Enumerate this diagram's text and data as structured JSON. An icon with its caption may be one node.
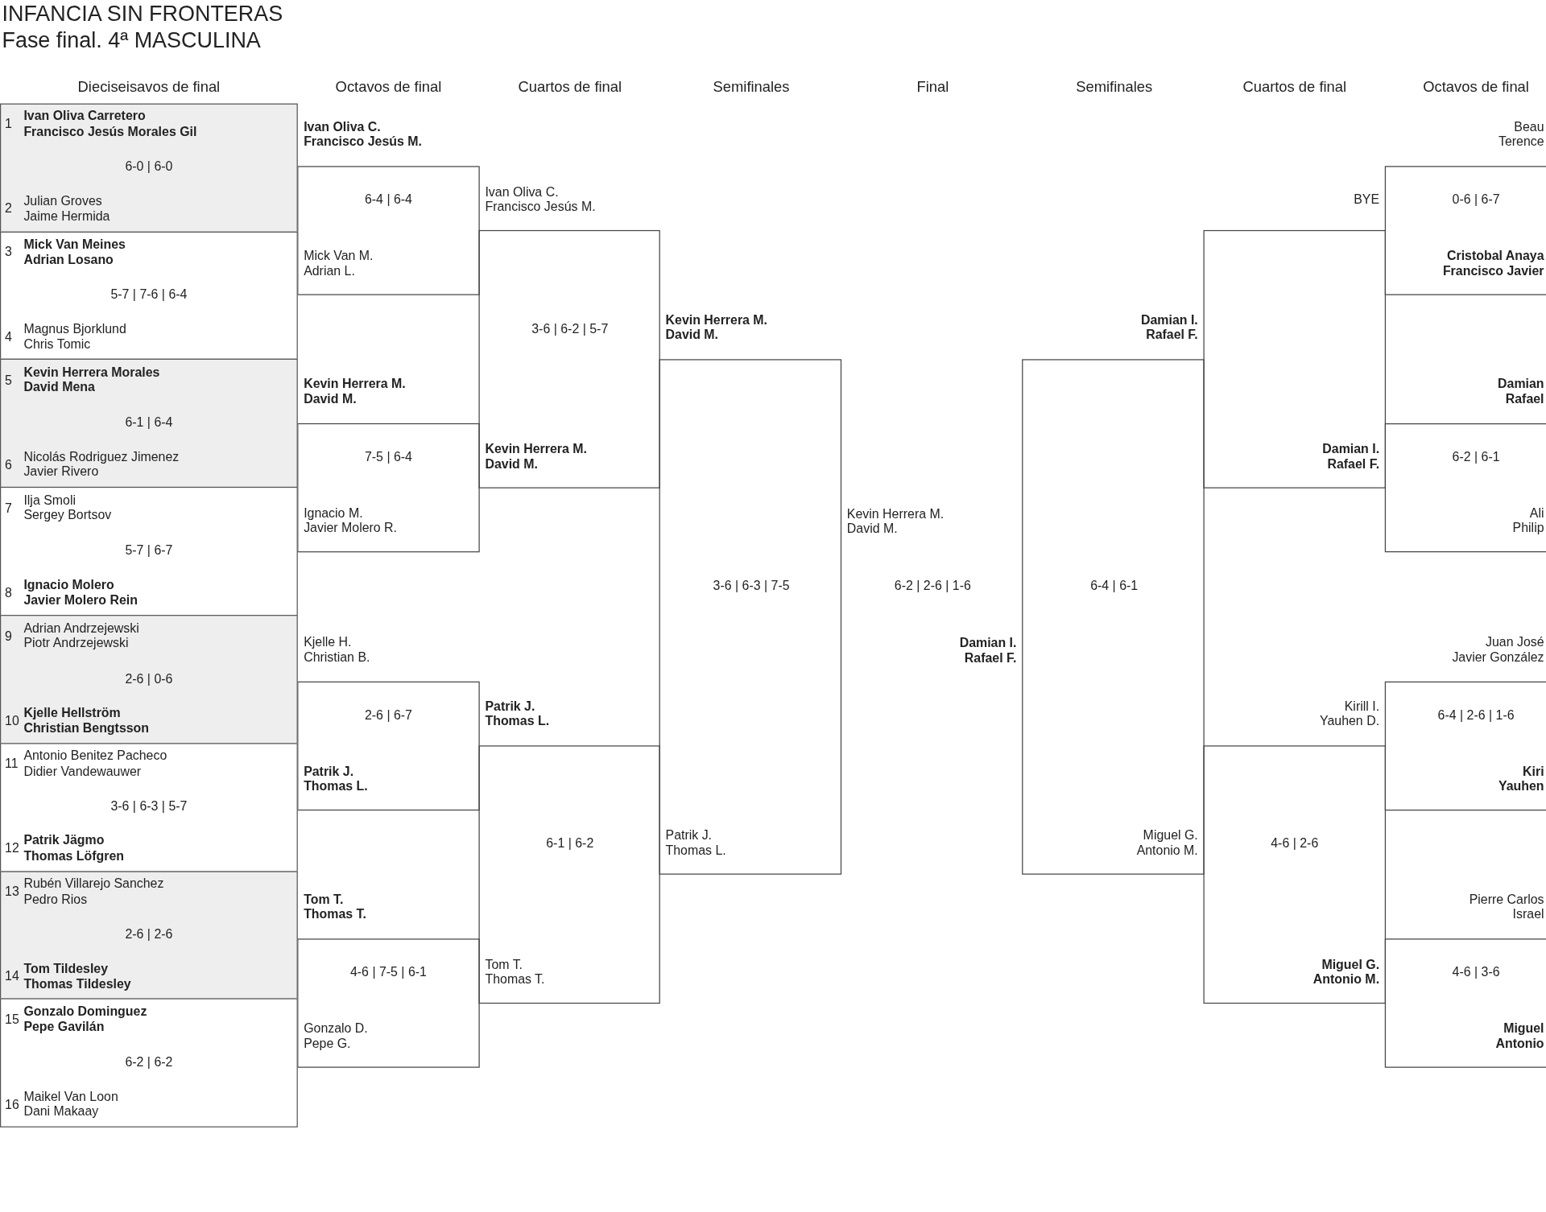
{
  "diagram": {
    "title": "INFANCIA SIN FRONTERAS",
    "labels": [
      "Fase final. 4ª MASCULINA",
      "Dieciseisavos de final",
      "Octavos de final",
      "Cuartos de final",
      "Semifinales",
      "Final",
      "Semifinales",
      "Cuartos de final",
      "Octavos de final",
      "1",
      "Ivan Oliva Carretero",
      "Francisco Jesús Morales Gil",
      "6-0 | 6-0",
      "2",
      "Julian Groves",
      "Jaime Hermida",
      "3",
      "Mick Van Meines",
      "Adrian Losano",
      "5-7 | 7-6 | 6-4",
      "4",
      "Magnus Bjorklund",
      "Chris Tomic",
      "5",
      "Kevin Herrera Morales",
      "David Mena",
      "6-1 | 6-4",
      "6",
      "Nicolás Rodriguez Jimenez",
      "Javier Rivero",
      "7",
      "Ilja Smoli",
      "Sergey Bortsov",
      "5-7 | 6-7",
      "8",
      "Ignacio Molero",
      "Javier Molero Rein",
      "9",
      "Adrian Andrzejewski",
      "Piotr Andrzejewski",
      "2-6 | 0-6",
      "10",
      "Kjelle Hellström",
      "Christian Bengtsson",
      "11",
      "Antonio Benitez Pacheco",
      "Didier Vandewauwer",
      "3-6 | 6-3 | 5-7",
      "12",
      "Patrik Jägmo",
      "Thomas Löfgren",
      "13",
      "Rubén Villarejo Sanchez",
      "Pedro Rios",
      "2-6 | 2-6",
      "14",
      "Tom Tildesley",
      "Thomas Tildesley",
      "15",
      "Gonzalo Dominguez",
      "Pepe Gavilán",
      "6-2 | 6-2",
      "16",
      "Maikel Van Loon",
      "Dani Makaay",
      "Ivan Oliva C.",
      "Francisco Jesús M.",
      "6-4 | 6-4",
      "Mick Van M.",
      "Adrian L.",
      "Kevin Herrera M.",
      "David M.",
      "7-5 | 6-4",
      "Ignacio M.",
      "Javier Molero R.",
      "Kjelle H.",
      "Christian B.",
      "2-6 | 6-7",
      "Patrik J.",
      "Thomas L.",
      "Tom T.",
      "Thomas T.",
      "4-6 | 7-5 | 6-1",
      "Gonzalo D.",
      "Pepe G.",
      "Ivan Oliva C.",
      "Francisco Jesús M.",
      "3-6 | 6-2 | 5-7",
      "Kevin Herrera M.",
      "David M.",
      "Patrik J.",
      "Thomas L.",
      "6-1 | 6-2",
      "Tom T.",
      "Thomas T.",
      "Kevin Herrera M.",
      "David M.",
      "3-6 | 6-3 | 7-5",
      "Patrik J.",
      "Thomas L.",
      "Kevin Herrera M.",
      "David M.",
      "6-2 | 2-6 | 1-6",
      "Damian I.",
      "Rafael F.",
      "Damian I.",
      "Rafael F.",
      "6-4 | 6-1",
      "Miguel G.",
      "Antonio M.",
      "BYE",
      "Damian I.",
      "Rafael F.",
      "Kirill I.",
      "Yauhen D.",
      "4-6 | 2-6",
      "Miguel G.",
      "Antonio M.",
      "Beau",
      "Terence",
      "0-6 | 6-7",
      "Cristobal Anaya",
      "Francisco Javier",
      "Damian",
      "Rafael",
      "6-2 | 6-1",
      "Ali",
      "Philip",
      "Juan José",
      "Javier González",
      "6-4 | 2-6 | 1-6",
      "Kiri",
      "Yauhen",
      "Pierre Carlos",
      "Israel",
      "4-6 | 3-6",
      "Miguel",
      "Antonio"
    ]
  }
}
